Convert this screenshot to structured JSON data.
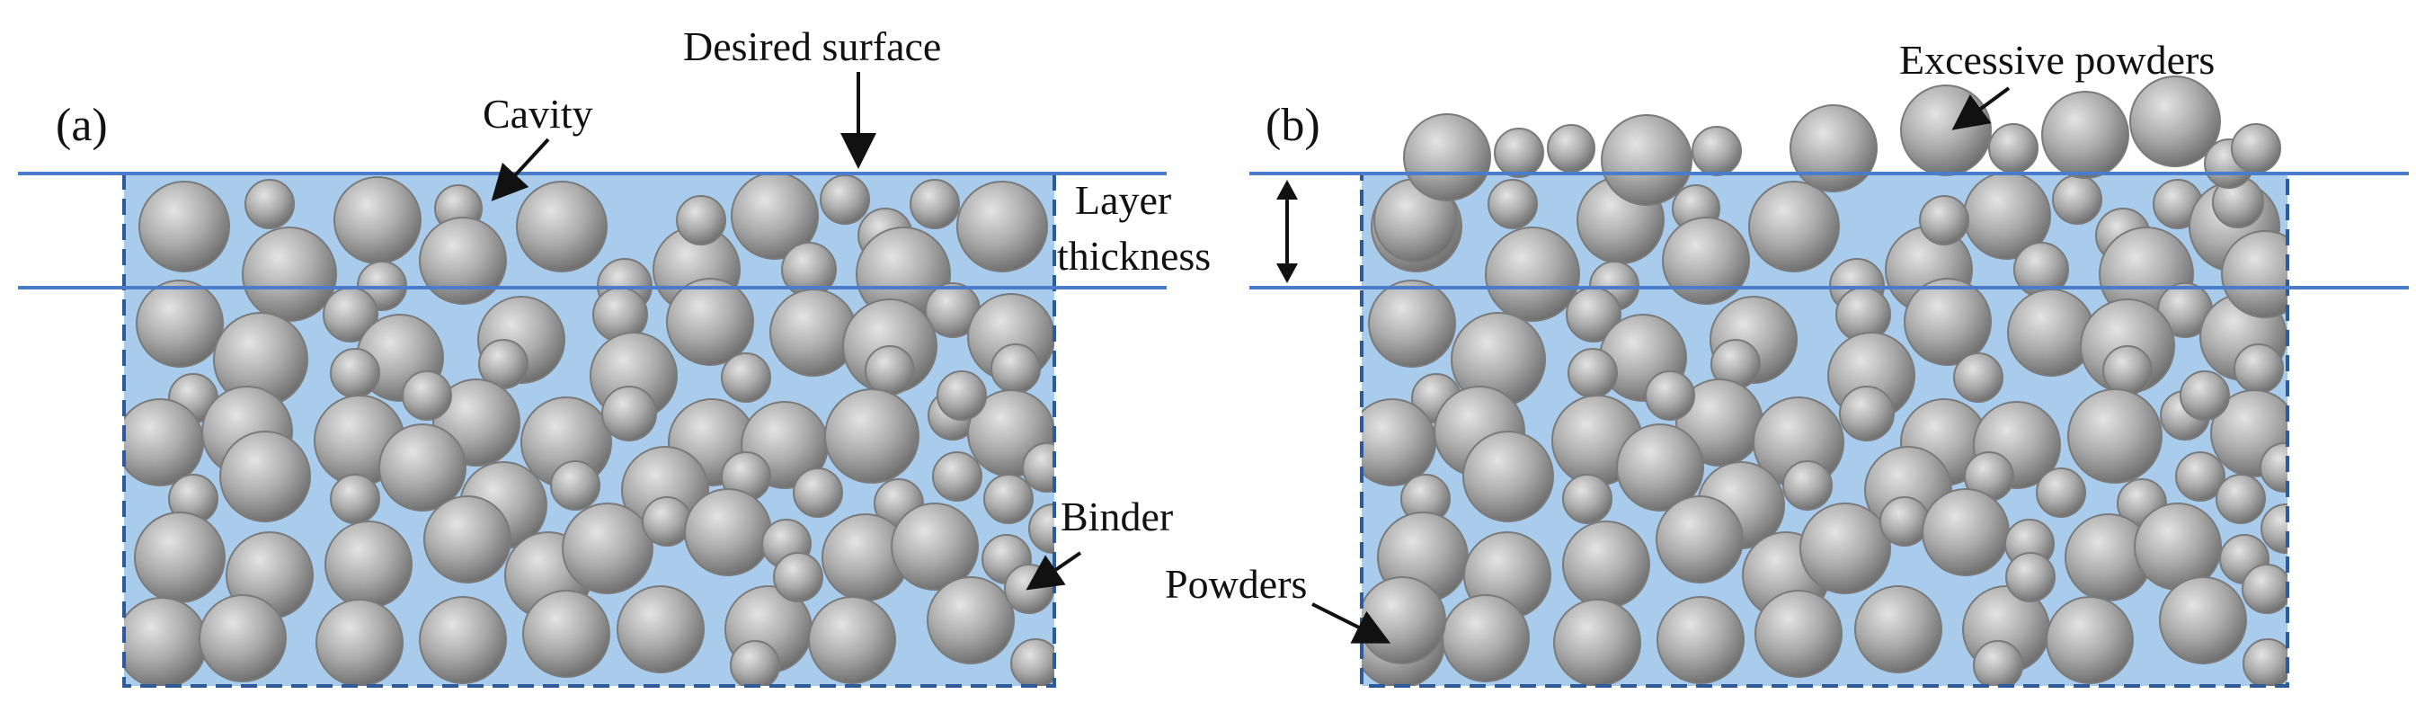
{
  "panels": {
    "a": {
      "label": "(a)"
    },
    "b": {
      "label": "(b)"
    }
  },
  "annotations": {
    "desired_surface": "Desired surface",
    "cavity": "Cavity",
    "layer_thickness_line1": "Layer",
    "layer_thickness_line2": "thickness",
    "binder": "Binder",
    "excessive_powders": "Excessive powders",
    "powders": "Powders"
  },
  "colors": {
    "binder_fill": "#a9cbec",
    "binder_border": "#2f5a9a",
    "layer_line": "#4a7cc9",
    "particle_light": "#e4e4e4",
    "particle_mid": "#aaaaaa",
    "particle_dark": "#6e6e6e",
    "arrow": "#111111"
  }
}
